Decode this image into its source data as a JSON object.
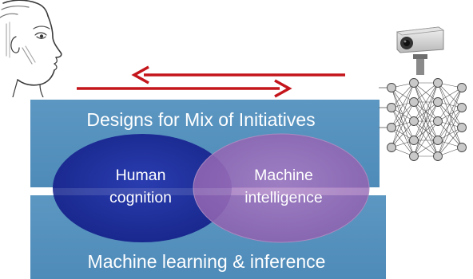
{
  "layers": {
    "top_title": "Designs for Mix of Initiatives",
    "bottom_title": "Machine learning & inference"
  },
  "ellipses": {
    "human": [
      "Human",
      "cognition"
    ],
    "machine": [
      "Machine",
      "intelligence"
    ]
  },
  "colors": {
    "layer_blue": "#5a93c0",
    "human_ellipse": "#1c2f9c",
    "machine_ellipse": "#9a6ab8",
    "arrow_red": "#c4161c"
  },
  "icons": {
    "face": "human-face-sketch-icon",
    "camera": "security-camera-icon",
    "network": "neural-network-icon"
  }
}
